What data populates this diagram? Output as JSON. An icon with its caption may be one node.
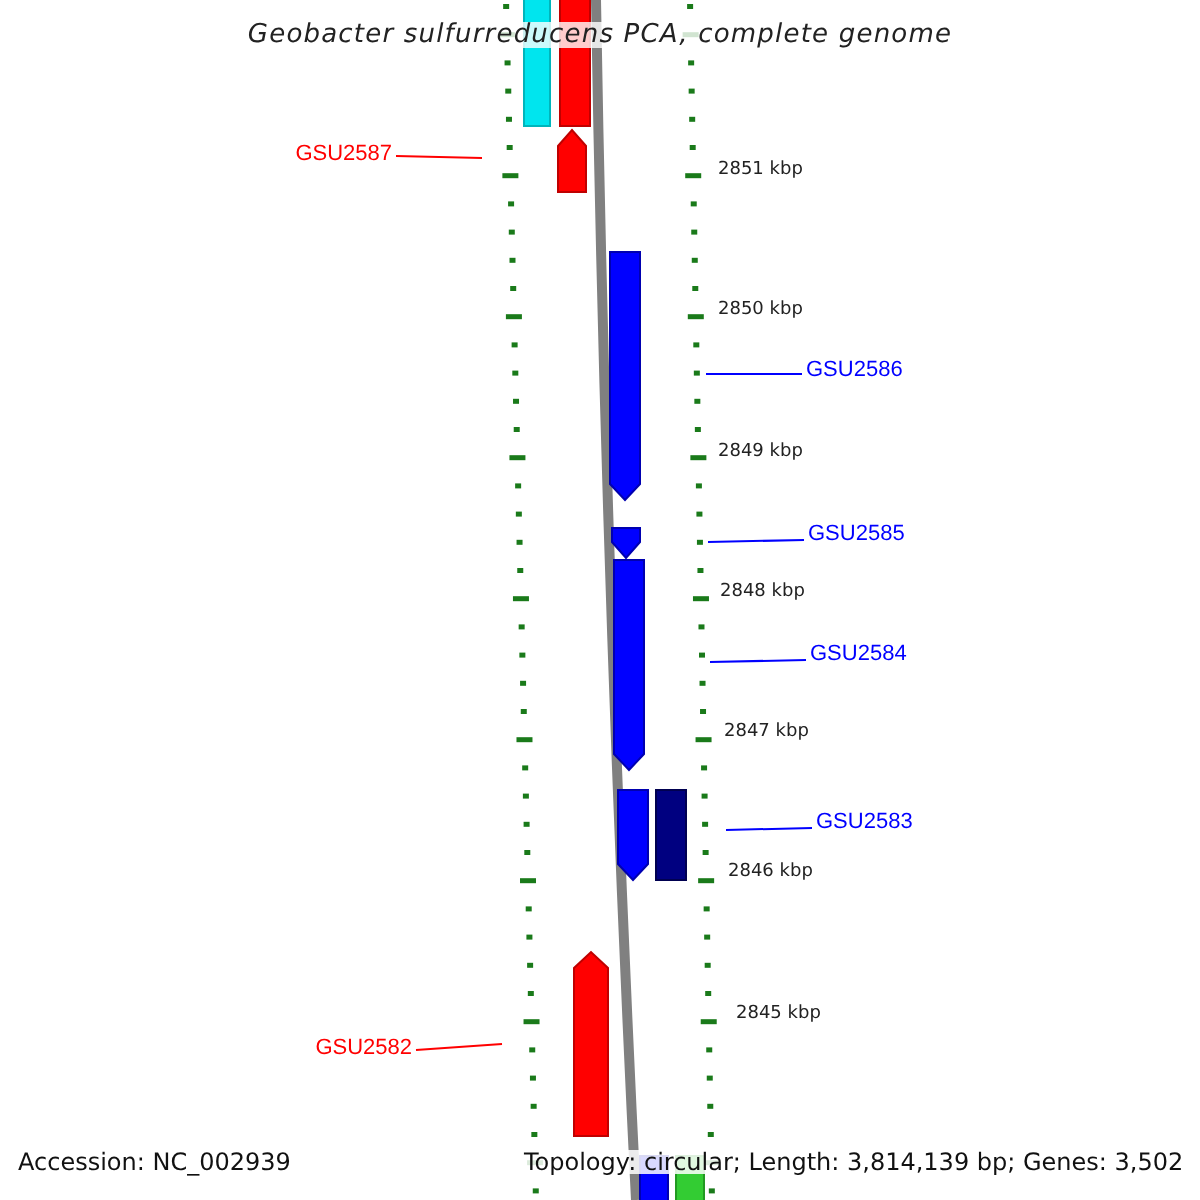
{
  "diagram": {
    "title": "Geobacter sulfurreducens PCA, complete genome",
    "nodes": [
      {
        "text": [
          "GSU2587"
        ]
      },
      {
        "text": [
          "GSU2586"
        ]
      },
      {
        "text": [
          "GSU2585"
        ]
      },
      {
        "text": [
          "GSU2584"
        ]
      },
      {
        "text": [
          "GSU2583"
        ]
      },
      {
        "text": [
          "GSU2582"
        ]
      }
    ],
    "edges": [
      {
        "from": 0,
        "to": null,
        "arrow": "none",
        "color": "#ff0000"
      },
      {
        "from": 1,
        "to": null,
        "arrow": "none"
      },
      {
        "from": 2,
        "to": null,
        "arrow": "none"
      },
      {
        "from": 3,
        "to": null,
        "arrow": "none"
      },
      {
        "from": 4,
        "to": null,
        "arrow": "none"
      },
      {
        "from": 5,
        "to": null,
        "arrow": "none",
        "color": "#ff0000"
      }
    ],
    "labels": [
      "2851 kbp",
      "2850 kbp",
      "2849 kbp",
      "2848 kbp",
      "2847 kbp",
      "2846 kbp",
      "2845 kbp",
      "Accession: NC_002939",
      "Topology: circular; Length: 3,814,139 bp; Genes: 3,502"
    ]
  }
}
